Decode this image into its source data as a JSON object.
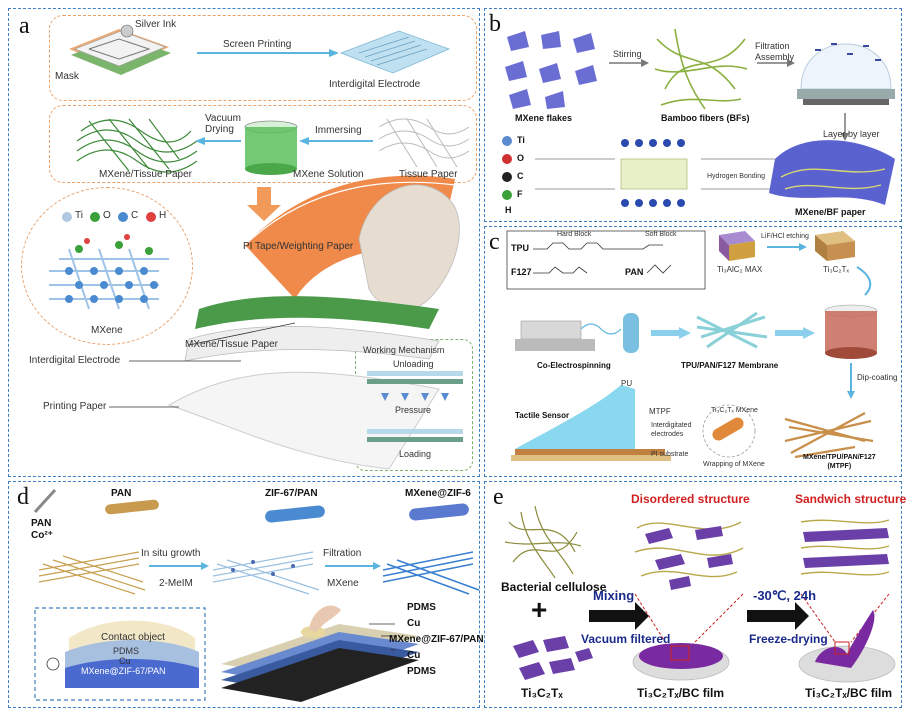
{
  "panels": {
    "a": {
      "label": "a",
      "silver_ink": "Silver Ink",
      "screen_printing": "Screen Printing",
      "mask": "Mask",
      "interdigital_electrode_top": "Interdigital Electrode",
      "vacuum_drying": "Vacuum\nDrying",
      "immersing": "Immersing",
      "mxene_tissue_paper_top": "MXene/Tissue Paper",
      "mxene_solution": "MXene Solution",
      "tissue_paper": "Tissue Paper",
      "atom_ti": "Ti",
      "atom_o": "O",
      "atom_c": "C",
      "atom_h": "H",
      "mxene": "MXene",
      "pi_tape": "PI Tape/Weighting Paper",
      "mxene_tissue_paper": "MXene/Tissue Paper",
      "interdigital_electrode": "Interdigital Electrode",
      "printing_paper": "Printing Paper",
      "working_mechanism": "Working Mechanism",
      "unloading": "Unloading",
      "pressure": "Pressure",
      "loading": "Loading"
    },
    "b": {
      "label": "b",
      "stirring": "Stirring",
      "filtration_assembly": "Filtration\nAssembly",
      "mxene_flakes": "MXene flakes",
      "bamboo_fibers": "Bamboo fibers (BFs)",
      "layer_by_layer": "Layer by layer",
      "hydrogen_bonding": "Hydrogen Bonding",
      "mxene_bf_paper": "MXene/BF paper",
      "legend_ti": "Ti",
      "legend_o": "O",
      "legend_c": "C",
      "legend_f": "F",
      "legend_h": "H"
    },
    "c": {
      "label": "c",
      "tpu": "TPU",
      "hard_block": "Hard Block",
      "soft_block": "Soft Block",
      "f127": "F127",
      "pan": "PAN",
      "max_phase": "Ti₃AlC₂ MAX",
      "etching": "LiF/HCl etching",
      "ti3c2tx": "Ti₃C₂Tₓ",
      "co_electrospinning": "Co-Electrospinning",
      "membrane": "TPU/PAN/F127 Membrane",
      "dip_coating": "Dip-coating",
      "pu": "PU",
      "tactile_sensor": "Tactile Sensor",
      "mtpf": "MTPF",
      "interdigitated": "Interdigitated\nelectrodes",
      "pi_substrate": "PI substrate",
      "ti3c2tx_mxene": "Ti₃C₂Tₓ MXene",
      "wrapping": "Wrapping of MXene",
      "mtpf_full": "MXene/TPU/PAN/F127\n(MTPF)"
    },
    "d": {
      "label": "d",
      "pan": "PAN",
      "pan_co": "PAN\nCo²⁺",
      "in_situ": "In situ growth",
      "two_meim": "2-MeIM",
      "zif_pan": "ZIF-67/PAN",
      "filtration": "Filtration",
      "mxene": "MXene",
      "mxene_zif": "MXene@ZIF-6",
      "contact_object": "Contact object",
      "pdms_inner": "PDMS",
      "cu_inner": "Cu",
      "mxene_zif_pan_inner": "MXene@ZIF-67/PAN",
      "layer_pdms_top": "PDMS",
      "layer_cu_top": "Cu",
      "layer_mxene": "MXene@ZIF-67/PAN",
      "layer_cu_bottom": "Cu",
      "layer_pdms_bottom": "PDMS"
    },
    "e": {
      "label": "e",
      "disordered": "Disordered structure",
      "sandwich": "Sandwich structure",
      "bacterial_cellulose": "Bacterial cellulose",
      "plus": "+",
      "mixing": "Mixing",
      "vacuum_filtered": "Vacuum filtered",
      "freeze_conditions": "-30℃, 24h",
      "freeze_drying": "Freeze-drying",
      "ti3c2tx": "Ti₃C₂Tₓ",
      "film1": "Ti₃C₂Tₓ/BC film",
      "film2": "Ti₃C₂Tₓ/BC film"
    }
  },
  "colors": {
    "panel_border": "#3f7ec0",
    "orange_dash": "#e8a06a",
    "mxene_purple": "#6a3fa8",
    "mxene_blue": "#4a5bd0",
    "fiber_green": "#8a8a3a",
    "red_title": "#d02020",
    "pi_orange": "#f08040",
    "arrow_blue": "#5ab4e0"
  }
}
